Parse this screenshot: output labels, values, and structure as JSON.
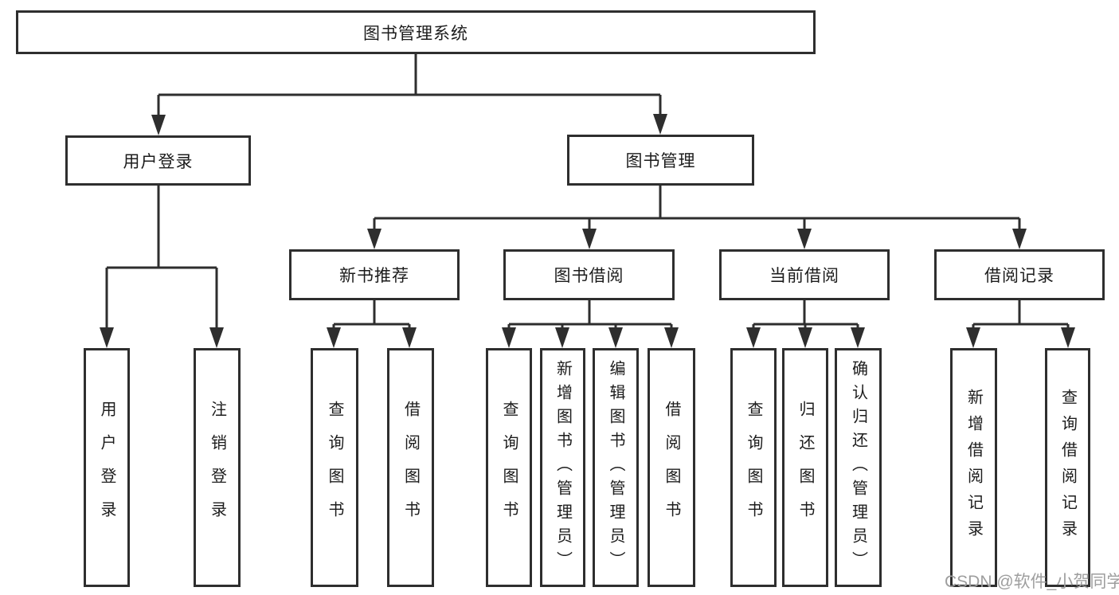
{
  "tree": {
    "root": "图书管理系统",
    "branches": [
      {
        "label": "用户登录",
        "children": [
          "用户登录",
          "注销登录"
        ]
      },
      {
        "label": "图书管理",
        "children": [
          {
            "label": "新书推荐",
            "children": [
              "查询图书",
              "借阅图书"
            ]
          },
          {
            "label": "图书借阅",
            "children": [
              "查询图书",
              "新增图书（管理员）",
              "编辑图书（管理员）",
              "借阅图书"
            ]
          },
          {
            "label": "当前借阅",
            "children": [
              "查询图书",
              "归还图书",
              "确认归还（管理员）"
            ]
          },
          {
            "label": "借阅记录",
            "children": [
              "新增借阅记录",
              "查询借阅记录"
            ]
          }
        ]
      }
    ]
  },
  "watermark": "CSDN @软件_小贺同学",
  "colors": {
    "line": "#2e2e2e",
    "box_border": "#2e2e2e",
    "box_background": "#ffffff",
    "text": "#1c1c1c",
    "watermark": "#9e9e9e",
    "page_background": "#ffffff"
  }
}
